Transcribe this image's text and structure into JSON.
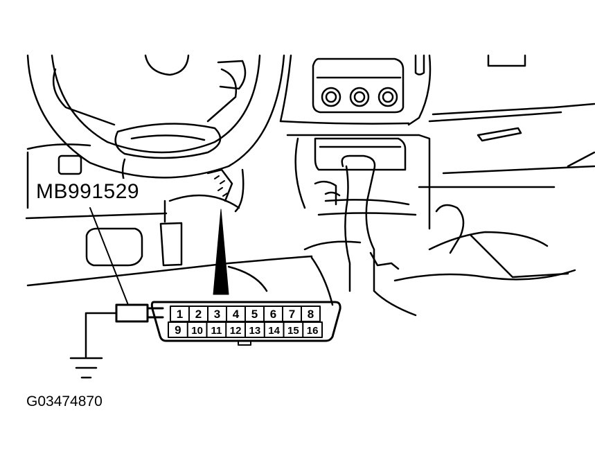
{
  "labels": {
    "tool_part_number": "MB991529",
    "figure_id": "G03474870"
  },
  "connector": {
    "row_top": [
      "1",
      "2",
      "3",
      "4",
      "5",
      "6",
      "7",
      "8"
    ],
    "row_bottom": [
      "9",
      "10",
      "11",
      "12",
      "13",
      "14",
      "15",
      "16"
    ]
  },
  "colors": {
    "line": "#000000",
    "background": "#ffffff"
  }
}
